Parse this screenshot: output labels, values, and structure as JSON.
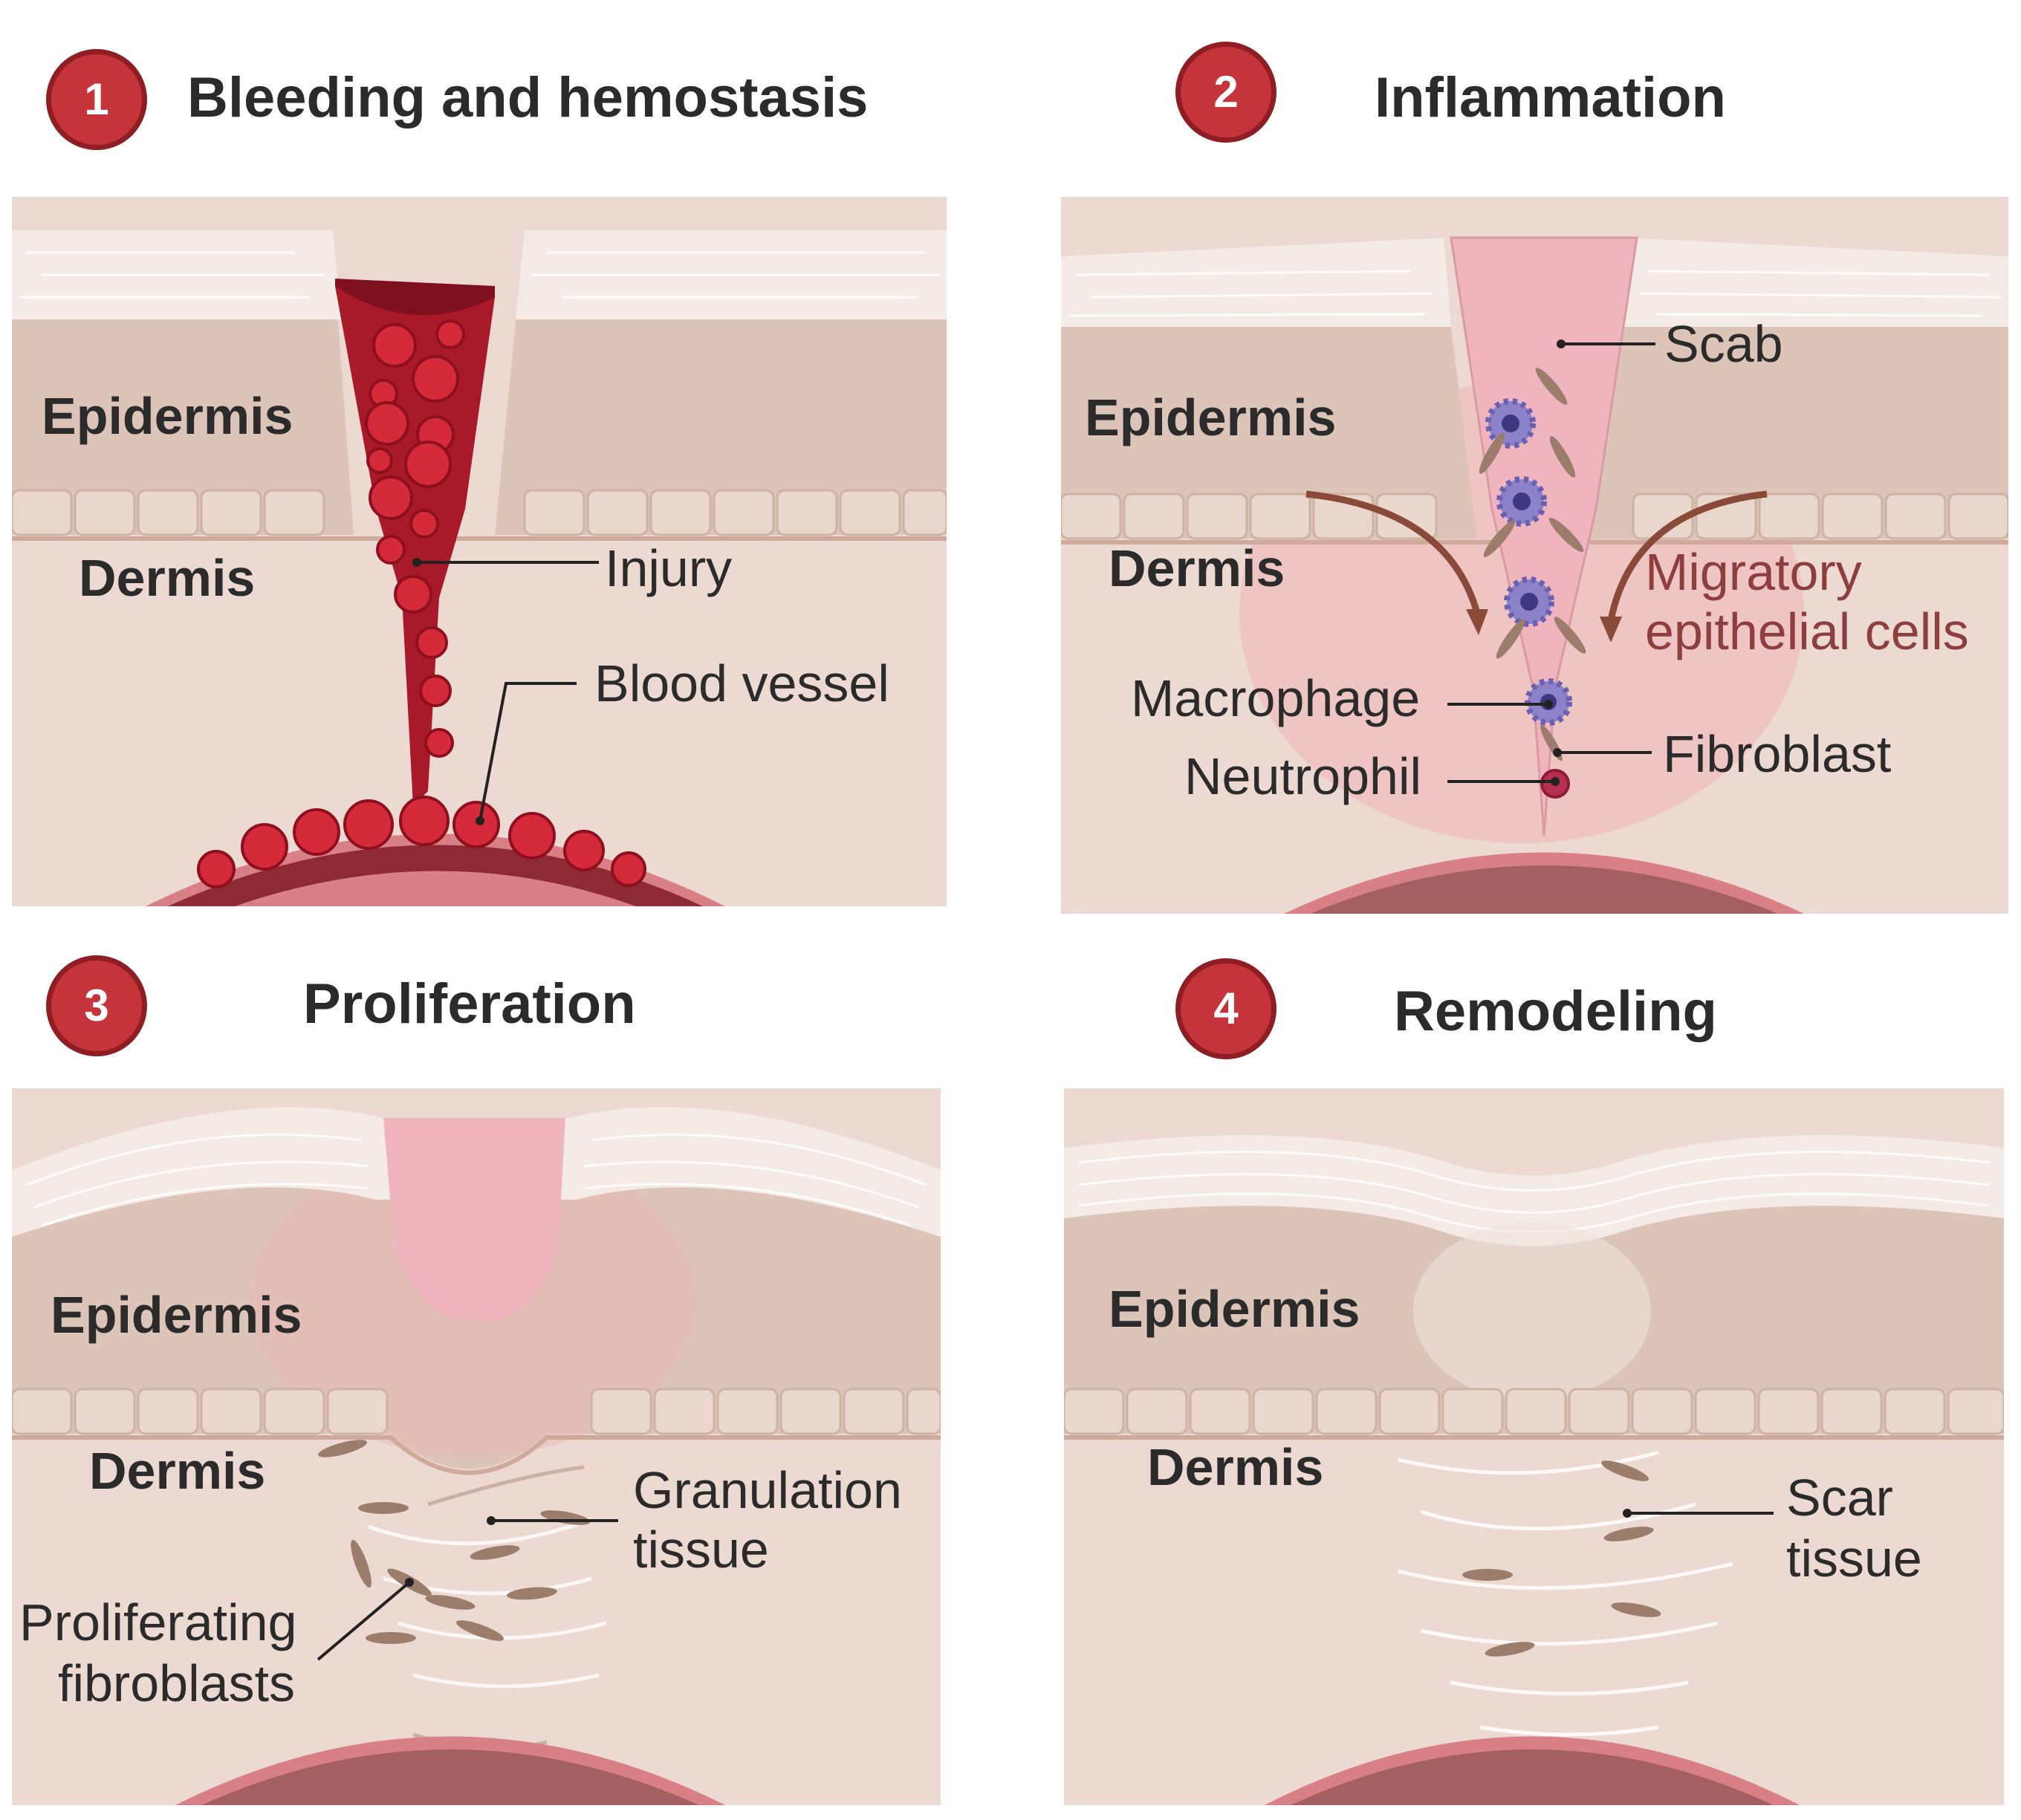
{
  "stages": [
    {
      "number": "1",
      "title": "Bleeding and hemostasis",
      "labels": {
        "epidermis": "Epidermis",
        "dermis": "Dermis",
        "injury": "Injury",
        "blood_vessel": "Blood vessel"
      }
    },
    {
      "number": "2",
      "title": "Inflammation",
      "labels": {
        "epidermis": "Epidermis",
        "dermis": "Dermis",
        "scab": "Scab",
        "migratory_line1": "Migratory",
        "migratory_line2": "epithelial cells",
        "macrophage": "Macrophage",
        "neutrophil": "Neutrophil",
        "fibroblast": "Fibroblast"
      }
    },
    {
      "number": "3",
      "title": "Proliferation",
      "labels": {
        "epidermis": "Epidermis",
        "dermis": "Dermis",
        "granulation_line1": "Granulation",
        "granulation_line2": "tissue",
        "prolif_line1": "Proliferating",
        "prolif_line2": "fibroblasts"
      }
    },
    {
      "number": "4",
      "title": "Remodeling",
      "labels": {
        "epidermis": "Epidermis",
        "dermis": "Dermis",
        "scar_line1": "Scar",
        "scar_line2": "tissue"
      }
    }
  ],
  "colors": {
    "badge": "#c5343a",
    "dermis": "#ecd9d2",
    "epidermis": "#dcc4b8",
    "stratum_corneum": "#f4ebe6",
    "blood": "#b51d2b",
    "scab": "#f0b4bf",
    "macrophage": "#8c82c9",
    "fibroblast": "#9c7d6c",
    "vessel_wall": "#d98086"
  }
}
